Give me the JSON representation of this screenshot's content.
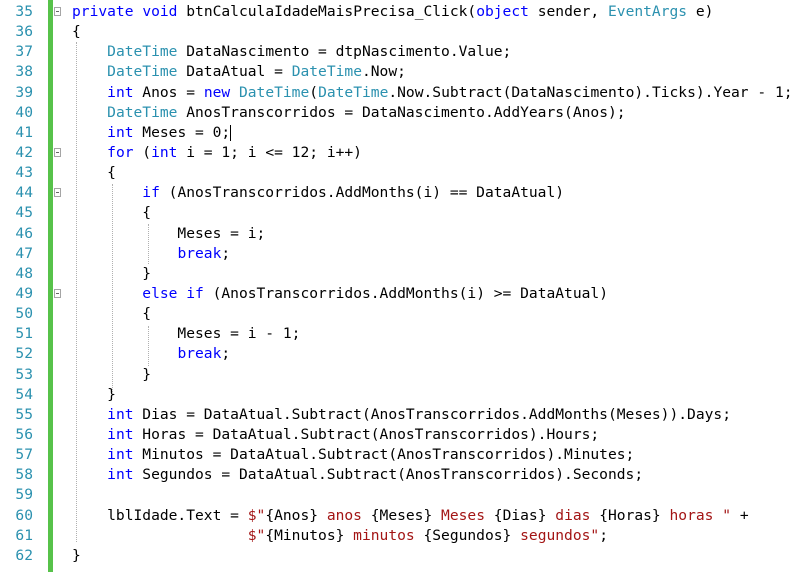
{
  "editor": {
    "lines": [
      {
        "num": "35",
        "fold": true,
        "tokens": [
          [
            "kw",
            "private"
          ],
          [
            "p",
            " "
          ],
          [
            "kw",
            "void"
          ],
          [
            "p",
            " btnCalculaIdadeMaisPrecisa_Click("
          ],
          [
            "kw",
            "object"
          ],
          [
            "p",
            " sender, "
          ],
          [
            "type",
            "EventArgs"
          ],
          [
            "p",
            " e)"
          ]
        ]
      },
      {
        "num": "36",
        "fold": false,
        "tokens": [
          [
            "p",
            "{"
          ]
        ]
      },
      {
        "num": "37",
        "fold": false,
        "tokens": [
          [
            "p",
            "    "
          ],
          [
            "type",
            "DateTime"
          ],
          [
            "p",
            " DataNascimento = dtpNascimento.Value;"
          ]
        ]
      },
      {
        "num": "38",
        "fold": false,
        "tokens": [
          [
            "p",
            "    "
          ],
          [
            "type",
            "DateTime"
          ],
          [
            "p",
            " DataAtual = "
          ],
          [
            "type",
            "DateTime"
          ],
          [
            "p",
            ".Now;"
          ]
        ]
      },
      {
        "num": "39",
        "fold": false,
        "tokens": [
          [
            "p",
            "    "
          ],
          [
            "kw",
            "int"
          ],
          [
            "p",
            " Anos = "
          ],
          [
            "kw",
            "new"
          ],
          [
            "p",
            " "
          ],
          [
            "type",
            "DateTime"
          ],
          [
            "p",
            "("
          ],
          [
            "type",
            "DateTime"
          ],
          [
            "p",
            ".Now.Subtract(DataNascimento).Ticks).Year - 1;"
          ]
        ]
      },
      {
        "num": "40",
        "fold": false,
        "tokens": [
          [
            "p",
            "    "
          ],
          [
            "type",
            "DateTime"
          ],
          [
            "p",
            " AnosTranscorridos = DataNascimento.AddYears(Anos);"
          ]
        ]
      },
      {
        "num": "41",
        "fold": false,
        "tokens": [
          [
            "p",
            "    "
          ],
          [
            "kw",
            "int"
          ],
          [
            "p",
            " Meses = 0;"
          ]
        ],
        "caret": true
      },
      {
        "num": "42",
        "fold": true,
        "tokens": [
          [
            "p",
            "    "
          ],
          [
            "kw",
            "for"
          ],
          [
            "p",
            " ("
          ],
          [
            "kw",
            "int"
          ],
          [
            "p",
            " i = 1; i <= 12; i++)"
          ]
        ]
      },
      {
        "num": "43",
        "fold": false,
        "tokens": [
          [
            "p",
            "    {"
          ]
        ]
      },
      {
        "num": "44",
        "fold": true,
        "tokens": [
          [
            "p",
            "        "
          ],
          [
            "kw",
            "if"
          ],
          [
            "p",
            " (AnosTranscorridos.AddMonths(i) == DataAtual)"
          ]
        ]
      },
      {
        "num": "45",
        "fold": false,
        "tokens": [
          [
            "p",
            "        {"
          ]
        ]
      },
      {
        "num": "46",
        "fold": false,
        "tokens": [
          [
            "p",
            "            Meses = i;"
          ]
        ]
      },
      {
        "num": "47",
        "fold": false,
        "tokens": [
          [
            "p",
            "            "
          ],
          [
            "kw",
            "break"
          ],
          [
            "p",
            ";"
          ]
        ]
      },
      {
        "num": "48",
        "fold": false,
        "tokens": [
          [
            "p",
            "        }"
          ]
        ]
      },
      {
        "num": "49",
        "fold": true,
        "tokens": [
          [
            "p",
            "        "
          ],
          [
            "kw",
            "else"
          ],
          [
            "p",
            " "
          ],
          [
            "kw",
            "if"
          ],
          [
            "p",
            " (AnosTranscorridos.AddMonths(i) >= DataAtual)"
          ]
        ]
      },
      {
        "num": "50",
        "fold": false,
        "tokens": [
          [
            "p",
            "        {"
          ]
        ]
      },
      {
        "num": "51",
        "fold": false,
        "tokens": [
          [
            "p",
            "            Meses = i - 1;"
          ]
        ]
      },
      {
        "num": "52",
        "fold": false,
        "tokens": [
          [
            "p",
            "            "
          ],
          [
            "kw",
            "break"
          ],
          [
            "p",
            ";"
          ]
        ]
      },
      {
        "num": "53",
        "fold": false,
        "tokens": [
          [
            "p",
            "        }"
          ]
        ]
      },
      {
        "num": "54",
        "fold": false,
        "tokens": [
          [
            "p",
            "    }"
          ]
        ]
      },
      {
        "num": "55",
        "fold": false,
        "tokens": [
          [
            "p",
            "    "
          ],
          [
            "kw",
            "int"
          ],
          [
            "p",
            " Dias = DataAtual.Subtract(AnosTranscorridos.AddMonths(Meses)).Days;"
          ]
        ]
      },
      {
        "num": "56",
        "fold": false,
        "tokens": [
          [
            "p",
            "    "
          ],
          [
            "kw",
            "int"
          ],
          [
            "p",
            " Horas = DataAtual.Subtract(AnosTranscorridos).Hours;"
          ]
        ]
      },
      {
        "num": "57",
        "fold": false,
        "tokens": [
          [
            "p",
            "    "
          ],
          [
            "kw",
            "int"
          ],
          [
            "p",
            " Minutos = DataAtual.Subtract(AnosTranscorridos).Minutes;"
          ]
        ]
      },
      {
        "num": "58",
        "fold": false,
        "tokens": [
          [
            "p",
            "    "
          ],
          [
            "kw",
            "int"
          ],
          [
            "p",
            " Segundos = DataAtual.Subtract(AnosTranscorridos).Seconds;"
          ]
        ]
      },
      {
        "num": "59",
        "fold": false,
        "tokens": []
      },
      {
        "num": "60",
        "fold": false,
        "tokens": [
          [
            "p",
            "    lblIdade.Text = "
          ],
          [
            "str",
            "$\""
          ],
          [
            "p",
            "{Anos}"
          ],
          [
            "str",
            " anos "
          ],
          [
            "p",
            "{Meses}"
          ],
          [
            "str",
            " Meses "
          ],
          [
            "p",
            "{Dias}"
          ],
          [
            "str",
            " dias "
          ],
          [
            "p",
            "{Horas}"
          ],
          [
            "str",
            " horas \""
          ],
          [
            "p",
            " +"
          ]
        ]
      },
      {
        "num": "61",
        "fold": false,
        "tokens": [
          [
            "p",
            "                    "
          ],
          [
            "str",
            "$\""
          ],
          [
            "p",
            "{Minutos}"
          ],
          [
            "str",
            " minutos "
          ],
          [
            "p",
            "{Segundos}"
          ],
          [
            "str",
            " segundos\""
          ],
          [
            "p",
            ";"
          ]
        ]
      },
      {
        "num": "62",
        "fold": false,
        "tokens": [
          [
            "p",
            "}"
          ]
        ]
      }
    ]
  }
}
